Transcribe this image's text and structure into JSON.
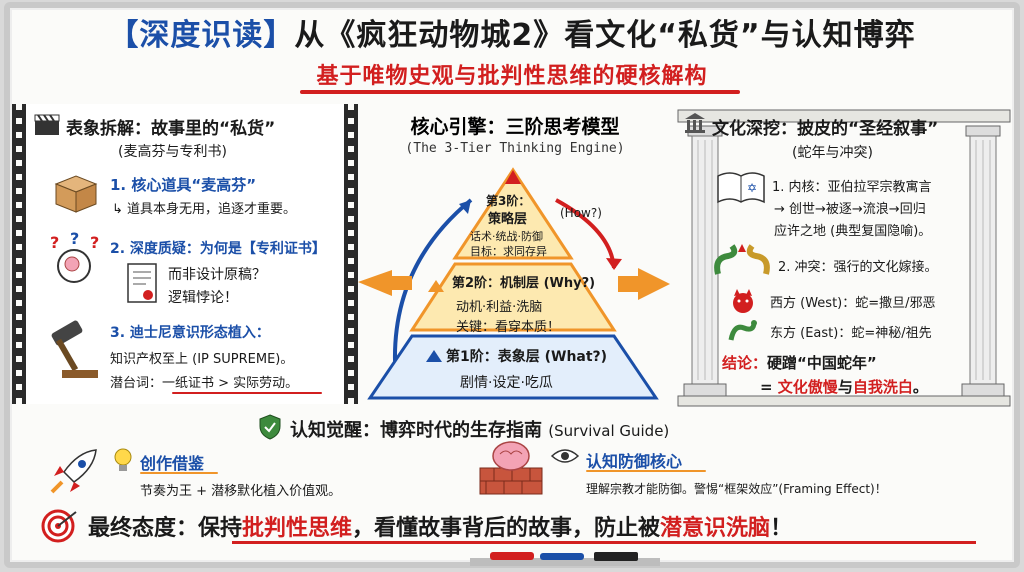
{
  "header": {
    "tag": "【深度识读】",
    "title": "从《疯狂动物城2》看文化“私货”与认知博弈",
    "subtitle": "基于唯物史观与批判性思维的硬核解构"
  },
  "left_panel": {
    "title": "表象拆解：故事里的“私货”",
    "subtitle": "(麦高芬与专利书)",
    "item1_label": "1. 核心道具“麦高芬”",
    "item1_detail": "↳ 道具本身无用，追逐才重要。",
    "item2_label": "2. 深度质疑：为何是【专利证书】",
    "item2_detail1": "而非设计原稿？",
    "item2_detail2": "逻辑悖论！",
    "item3_label": "3. 迪士尼意识形态植入：",
    "item3_detail1": "知识产权至上 (IP SUPREME)。",
    "item3_detail2_prefix": "潜台词：",
    "item3_detail2_highlight": "一纸证书 > 实际劳动。"
  },
  "center_panel": {
    "title": "核心引擎：三阶思考模型",
    "subtitle": "(The 3-Tier Thinking Engine)",
    "tier3_title": "第3阶：",
    "tier3_name": "策略层",
    "tier3_q": "(How?)",
    "tier3_line1": "话术·统战·防御",
    "tier3_line2": "目标：求同存异",
    "tier2_title": "第2阶：机制层 (Why?)",
    "tier2_line1": "动机·利益·洗脑",
    "tier2_line2": "关键：看穿本质！",
    "tier1_title": "第1阶：表象层 (What?)",
    "tier1_line1": "剧情·设定·吃瓜"
  },
  "right_panel": {
    "title": "文化深挖：披皮的“圣经叙事”",
    "subtitle": "(蛇年与冲突)",
    "item1_label": "1. 内核：亚伯拉罕宗教寓言",
    "item1_detail1": "→ 创世→被逐→流浪→回归",
    "item1_detail2": "应许之地 (典型复国隐喻)。",
    "item2_label": "2. 冲突：强行的文化嫁接。",
    "west": "西方 (West)：蛇=撒旦/邪恶",
    "east": "东方 (East)：蛇=神秘/祖先",
    "conclusion_label": "结论：",
    "conclusion_text": "硬蹭“中国蛇年”",
    "conclusion_eq": "= ",
    "conclusion_red1": "文化傲慢",
    "conclusion_mid": "与",
    "conclusion_red2": "自我洗白",
    "conclusion_end": "。"
  },
  "awakening": {
    "title": "认知觉醒：博弈时代的生存指南",
    "title_en": "(Survival Guide)",
    "left_label": "创作借鉴",
    "left_text": "节奏为王 + 潜移默化植入价值观。",
    "right_label": "认知防御核心",
    "right_text": "理解宗教才能防御。警惕“框架效应”(Framing Effect)！"
  },
  "final": {
    "prefix": "最终态度：保持",
    "red1": "批判性思维",
    "middle": "，看懂故事背后的故事，防止被",
    "red2": "潜意识洗脑",
    "end": "！"
  },
  "colors": {
    "accent_red": "#d21f1f",
    "accent_blue": "#1b4fa8",
    "orange": "#f0952a"
  },
  "icons": [
    "clapper-icon",
    "box-icon",
    "question-head-icon",
    "certificate-icon",
    "gavel-icon",
    "temple-icon",
    "book-icon",
    "dragon-snake-icon",
    "devil-icon",
    "dragon-icon",
    "shield-icon",
    "rocket-icon",
    "lightbulb-icon",
    "brain-wall-icon",
    "eye-icon",
    "target-icon"
  ]
}
